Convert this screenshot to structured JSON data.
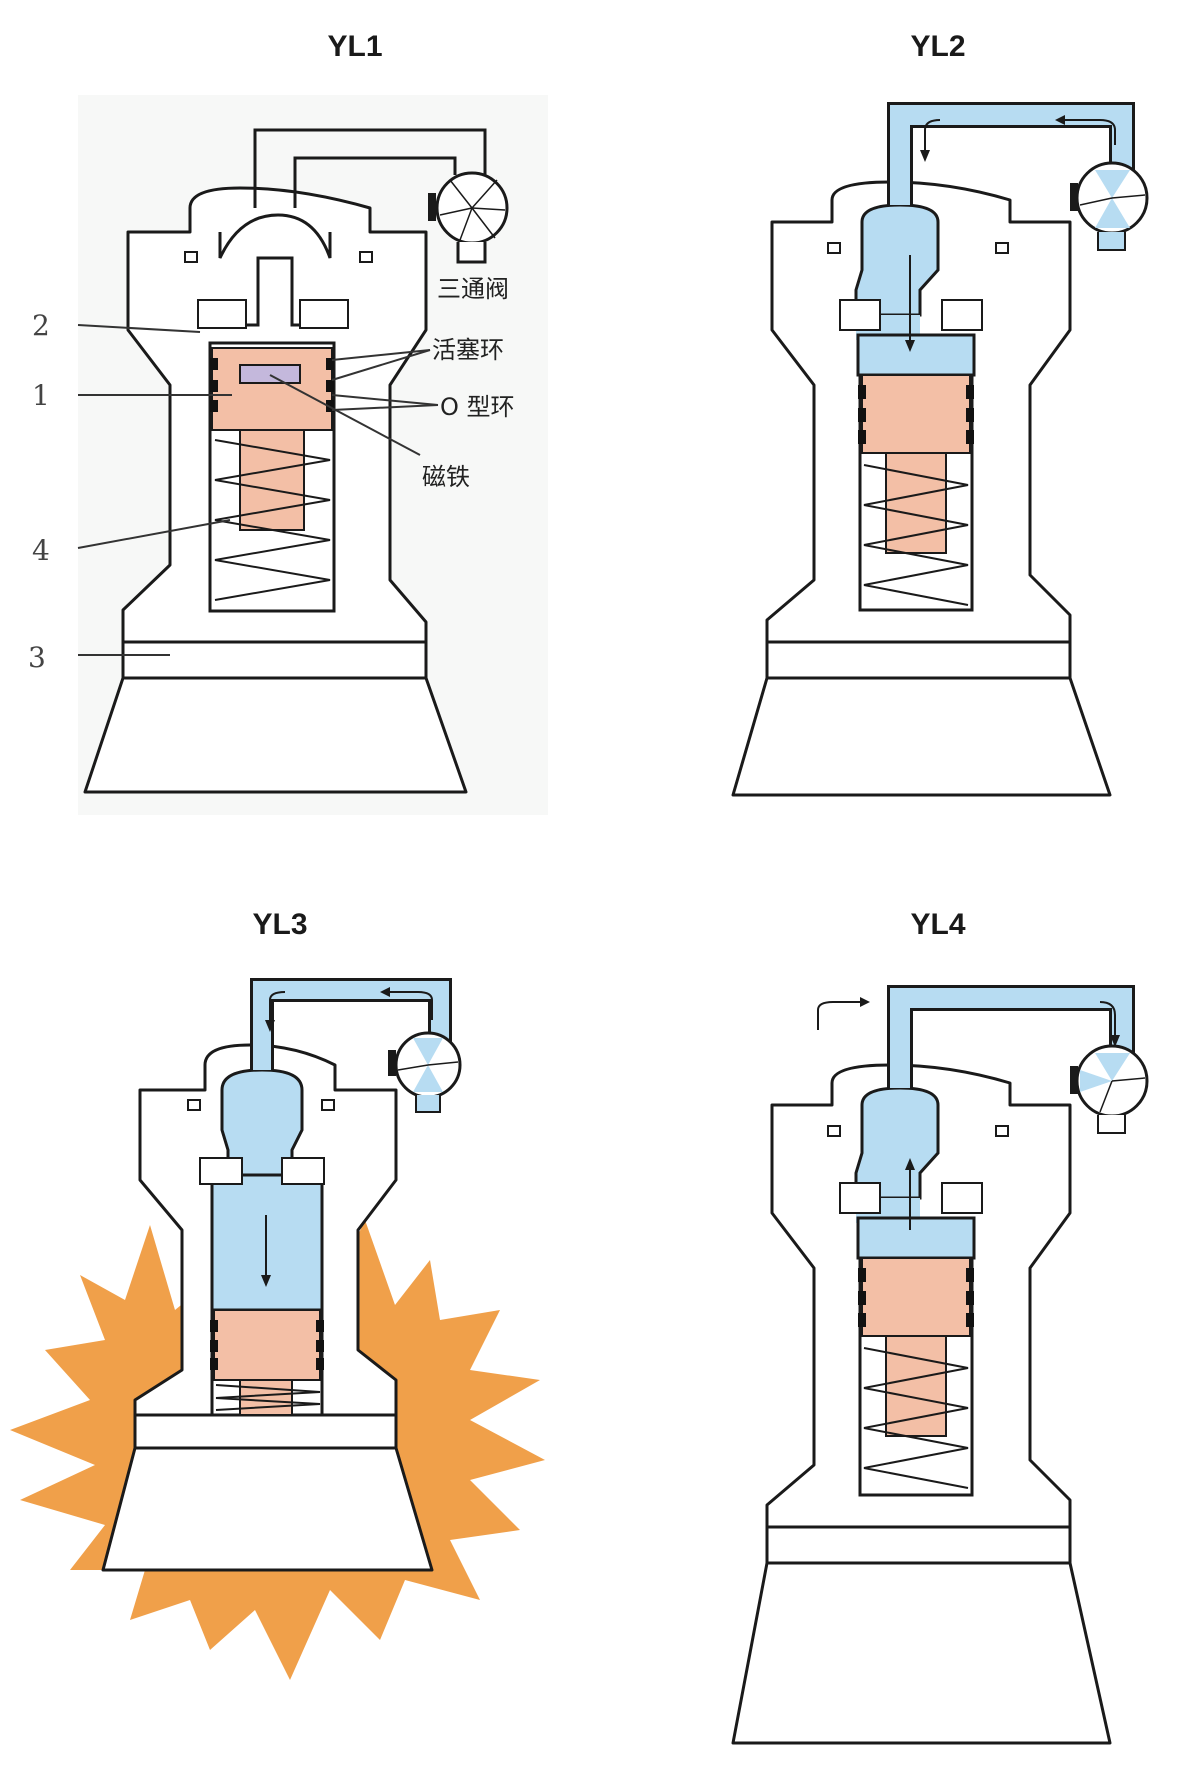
{
  "colors": {
    "outline": "#1a1a1a",
    "fluid": "#b7dcf2",
    "piston": "#f3bfa6",
    "magnet": "#c4b8dc",
    "seal": "#111111",
    "impact": "#f0a04a"
  },
  "panels": [
    {
      "id": "YL1",
      "title": "YL1"
    },
    {
      "id": "YL2",
      "title": "YL2"
    },
    {
      "id": "YL3",
      "title": "YL3"
    },
    {
      "id": "YL4",
      "title": "YL4"
    }
  ],
  "labels": {
    "three_way_valve": "三通阀",
    "piston_ring": "活塞环",
    "o_ring": "O 型环",
    "magnet": "磁铁",
    "num_1": "1",
    "num_2": "2",
    "num_3": "3",
    "num_4": "4"
  },
  "icons": {
    "valve": "three-way-valve-icon",
    "flow_arrow": "flow-arrow-icon",
    "impact_burst": "impact-burst-icon"
  }
}
